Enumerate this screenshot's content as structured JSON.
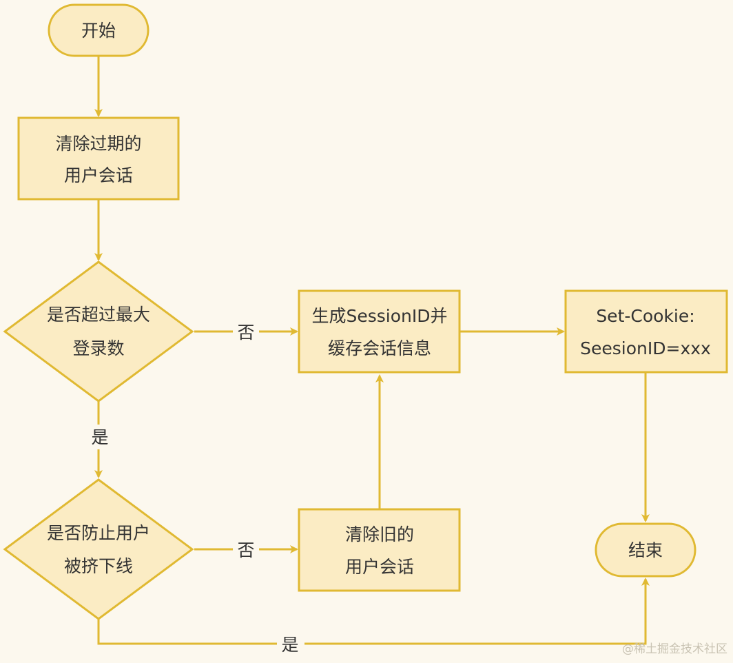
{
  "colors": {
    "background": "#fcf8ee",
    "node_fill": "#fbecc4",
    "node_stroke": "#e0b932",
    "edge": "#e0b932",
    "text": "#333333"
  },
  "nodes": {
    "start": {
      "text": "开始"
    },
    "clear_expired": {
      "line1": "清除过期的",
      "line2": "用户会话"
    },
    "check_max": {
      "line1": "是否超过最大",
      "line2": "登录数"
    },
    "generate_session": {
      "line1": "生成SessionID并",
      "line2": "缓存会话信息"
    },
    "set_cookie": {
      "line1": "Set-Cookie:",
      "line2": "SeesionID=xxx"
    },
    "check_prevent": {
      "line1": "是否防止用户",
      "line2": "被挤下线"
    },
    "clear_old": {
      "line1": "清除旧的",
      "line2": "用户会话"
    },
    "end": {
      "text": "结束"
    }
  },
  "edge_labels": {
    "max_no": "否",
    "max_yes": "是",
    "prevent_no": "否",
    "prevent_yes": "是"
  },
  "watermark": "@稀土掘金技术社区"
}
